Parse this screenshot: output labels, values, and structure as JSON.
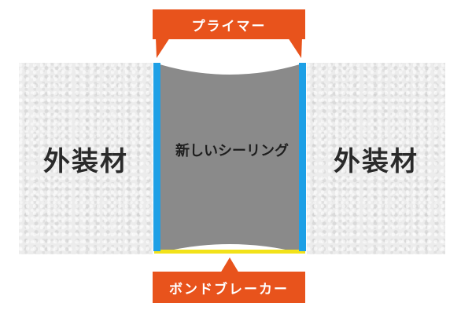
{
  "labels": {
    "exterior_left": "外装材",
    "exterior_right": "外装材",
    "sealing": "新しいシーリング",
    "primer": "プライマー",
    "bond_breaker": "ボンドブレーカー"
  },
  "colors": {
    "callout": "#e8531c",
    "primer_line": "#1ea0e6",
    "sealant": "#8a8a8a",
    "bond_breaker_line": "#f2e21a",
    "exterior": "#ececec"
  }
}
